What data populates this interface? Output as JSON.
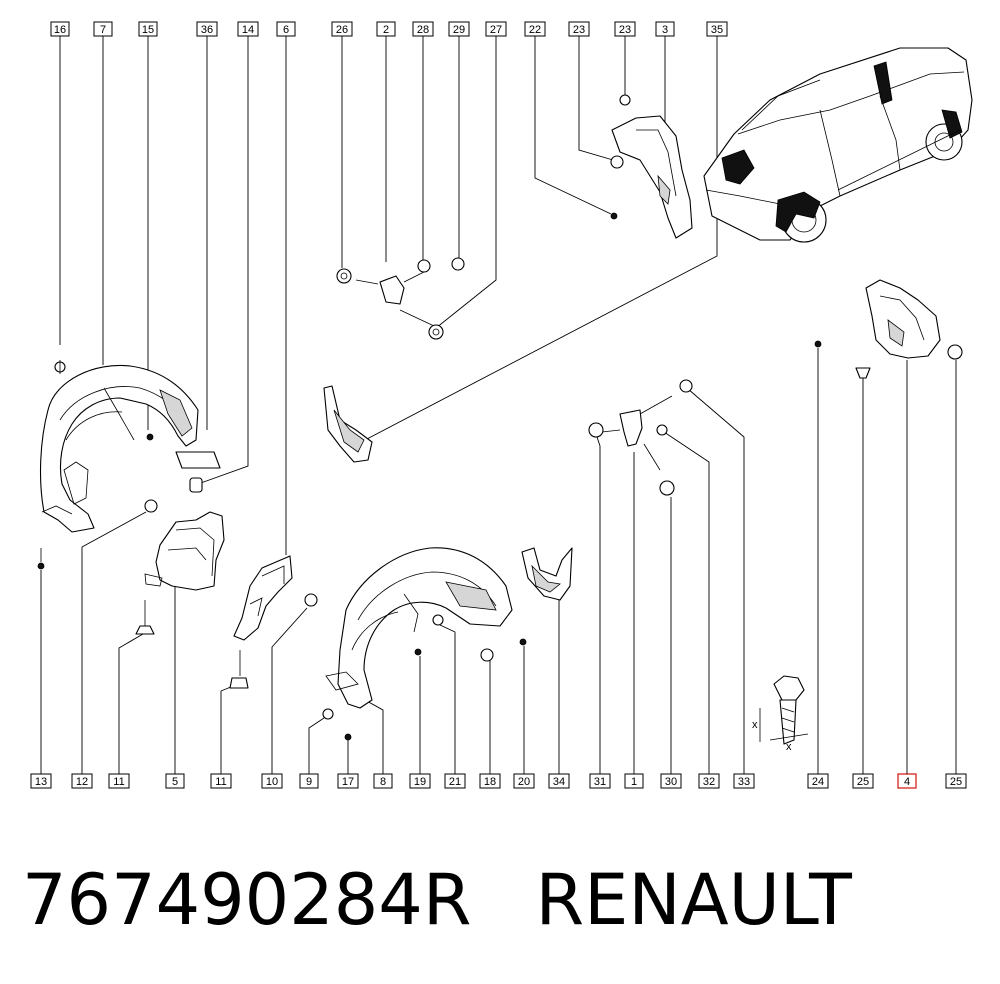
{
  "callouts_top": [
    "16",
    "7",
    "15",
    "36",
    "14",
    "6",
    "26",
    "2",
    "28",
    "29",
    "27",
    "22",
    "23",
    "23",
    "3",
    "35"
  ],
  "callouts_bottom": [
    "13",
    "12",
    "11",
    "5",
    "11",
    "10",
    "9",
    "17",
    "8",
    "19",
    "21",
    "18",
    "20",
    "34",
    "31",
    "1",
    "30",
    "32",
    "33",
    "24",
    "25",
    "4",
    "25"
  ],
  "highlighted_callout": "4",
  "dimension_labels": {
    "x1": "x",
    "x2": "x"
  },
  "footer": {
    "part_number": "767490284R",
    "brand": "RENAULT"
  },
  "colors": {
    "highlight": "#d9322e",
    "line": "#000000",
    "background": "#ffffff"
  }
}
